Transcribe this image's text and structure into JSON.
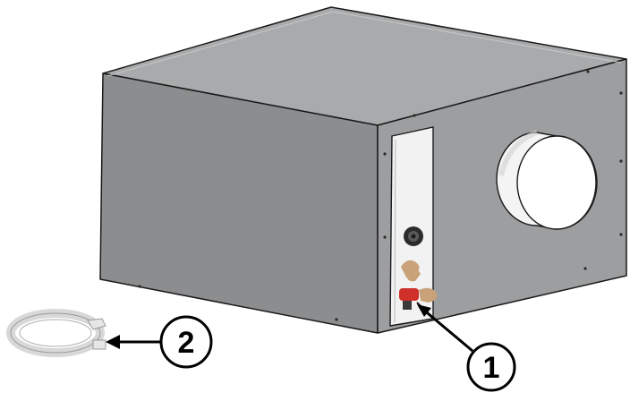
{
  "figure": {
    "callouts": [
      {
        "label": "1",
        "target": "connector-panel-fittings"
      },
      {
        "label": "2",
        "target": "hose-clamp"
      }
    ]
  },
  "colors": {
    "cabinet_top": "#a9aaab",
    "cabinet_front": "#8c8d8f",
    "cabinet_side": "#9d9ea0",
    "panel": "#f2f2f2",
    "outline": "#1a1a1a",
    "fitting_red": "#d0302a",
    "fitting_brass": "#c9a27a"
  }
}
